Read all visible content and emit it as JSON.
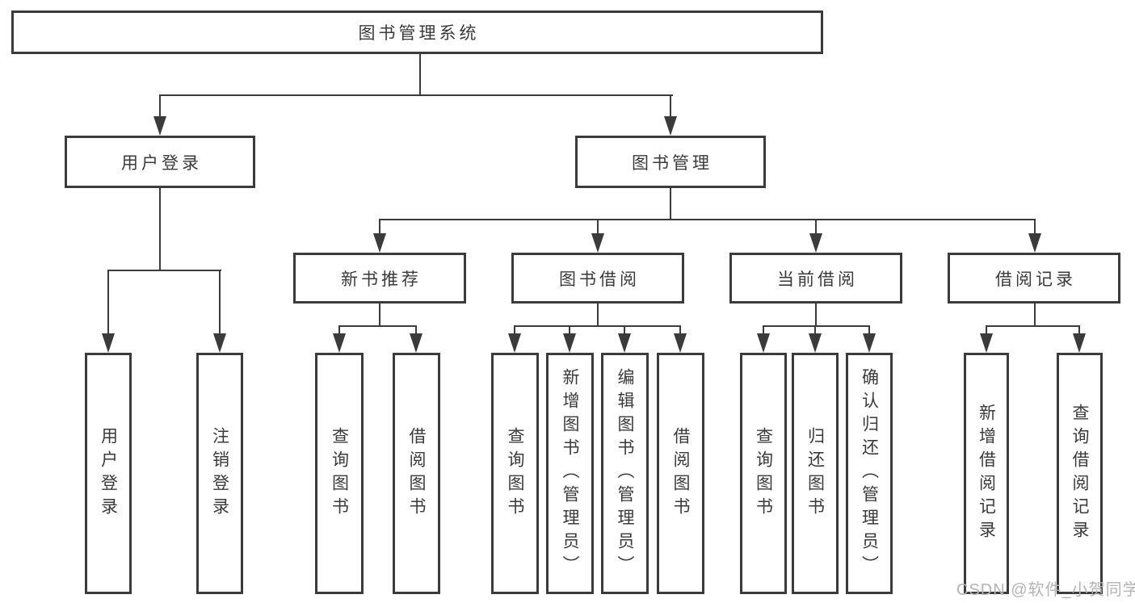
{
  "nodes": {
    "root": "图书管理系统",
    "user_login": "用户登录",
    "book_management": "图书管理",
    "login_children": [
      "用户登录",
      "注销登录"
    ],
    "sections": [
      {
        "title": "新书推荐",
        "children": [
          "查询图书",
          "借阅图书"
        ]
      },
      {
        "title": "图书借阅",
        "children": [
          "查询图书",
          "新增图书（管理员）",
          "编辑图书（管理员）",
          "借阅图书"
        ]
      },
      {
        "title": "当前借阅",
        "children": [
          "查询图书",
          "归还图书",
          "确认归还（管理员）"
        ]
      },
      {
        "title": "借阅记录",
        "children": [
          "新增借阅记录",
          "查询借阅记录"
        ]
      }
    ]
  },
  "watermark": "CSDN @软件_小贺同学",
  "colors": {
    "line": "#3b3b3b",
    "text": "#3a3a3a",
    "watermark": "#b3b3b3",
    "background": "#ffffff"
  }
}
